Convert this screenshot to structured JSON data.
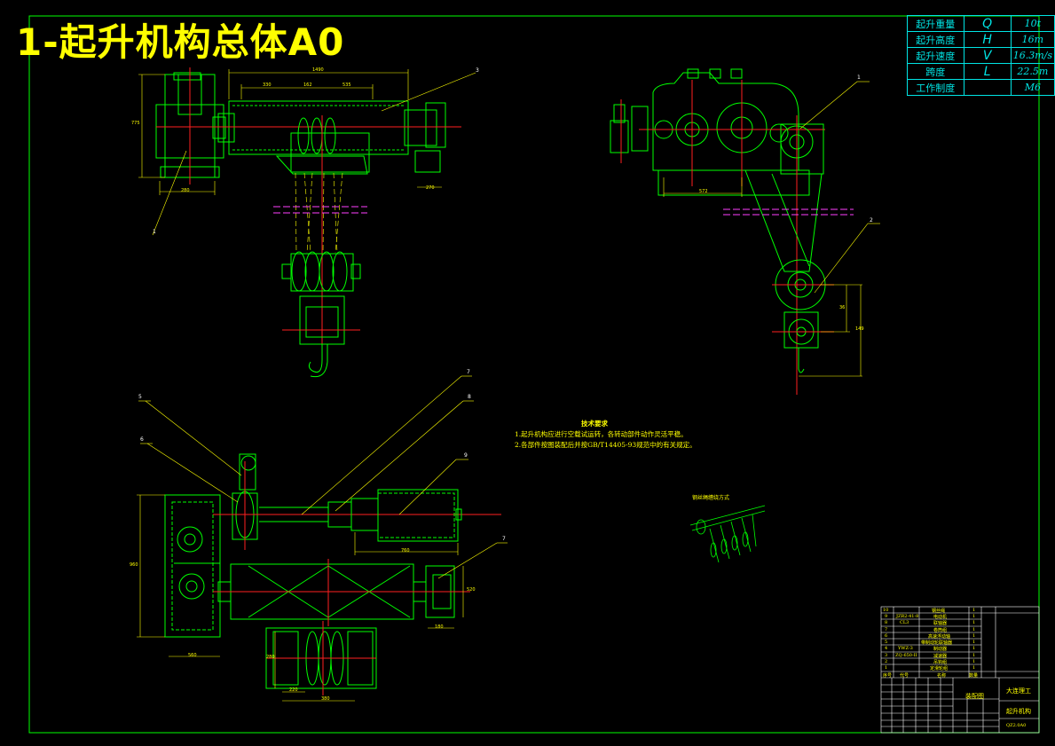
{
  "drawing": {
    "title": "1-起升机构总体A0",
    "colors": {
      "background": "#000000",
      "frame": "#00ff00",
      "part": "#00ff00",
      "centerline": "#ff2020",
      "dimension": "#ffff00",
      "leader": "#ffff00",
      "hidden": "#ff40ff",
      "table": "#00e5e5",
      "rope": "#ffff00"
    }
  },
  "params": [
    {
      "label": "起升重量",
      "symbol": "Q",
      "value": "10t"
    },
    {
      "label": "起升高度",
      "symbol": "H",
      "value": "16m"
    },
    {
      "label": "起升速度",
      "symbol": "V",
      "value": "16.3m/s"
    },
    {
      "label": "跨度",
      "symbol": "L",
      "value": "22.5m"
    },
    {
      "label": "工作制度",
      "symbol": "",
      "value": "M6"
    }
  ],
  "tech": {
    "heading": "技术要求",
    "items": [
      "1.起升机构应进行空载试运转，各转动部件动作灵活平稳。",
      "2.各部件按图装配后并按GB/T14405-93规范中的有关规定。"
    ]
  },
  "detail_label": "钢丝绳缠绕方式",
  "callouts": [
    "1",
    "2",
    "3",
    "5",
    "6",
    "7",
    "8",
    "9",
    "7"
  ],
  "dims": {
    "top_overall": "1490",
    "top_a": "330",
    "top_b": "162",
    "top_c": "535",
    "side_h": "775",
    "side_w": "280",
    "right_w": "270",
    "right_gear": "572",
    "right_v1": "36",
    "right_v2": "149",
    "plan_len": "760",
    "plan_h": "960",
    "plan_w": "560",
    "plan_motor": "180",
    "plan_mh": "520",
    "hook_a": "220",
    "hook_b": "380",
    "hook_h": "280"
  },
  "bom": {
    "rows": [
      {
        "no": "10",
        "code": "",
        "name": "钢丝绳",
        "qty": "1"
      },
      {
        "no": "9",
        "code": "JZR2-41-8",
        "name": "电动机",
        "qty": "1"
      },
      {
        "no": "8",
        "code": "CL3",
        "name": "联轴器",
        "qty": "1"
      },
      {
        "no": "7",
        "code": "",
        "name": "卷筒组",
        "qty": "1"
      },
      {
        "no": "6",
        "code": "",
        "name": "高速浮动轴",
        "qty": "1"
      },
      {
        "no": "5",
        "code": "",
        "name": "带制动轮联轴器",
        "qty": "1"
      },
      {
        "no": "4",
        "code": "YWZ-3",
        "name": "制动器",
        "qty": "1"
      },
      {
        "no": "3",
        "code": "ZQ-650-II",
        "name": "减速器",
        "qty": "1"
      },
      {
        "no": "2",
        "code": "",
        "name": "吊钩组",
        "qty": "1"
      },
      {
        "no": "1",
        "code": "",
        "name": "定滑轮组",
        "qty": "1"
      },
      {
        "no": "序号",
        "code": "代号",
        "name": "名称",
        "qty": "数量"
      }
    ],
    "title_left": "装配图",
    "school": "大连理工",
    "drawing_name": "起升机构",
    "drawing_no": "QZ2.0A0"
  }
}
